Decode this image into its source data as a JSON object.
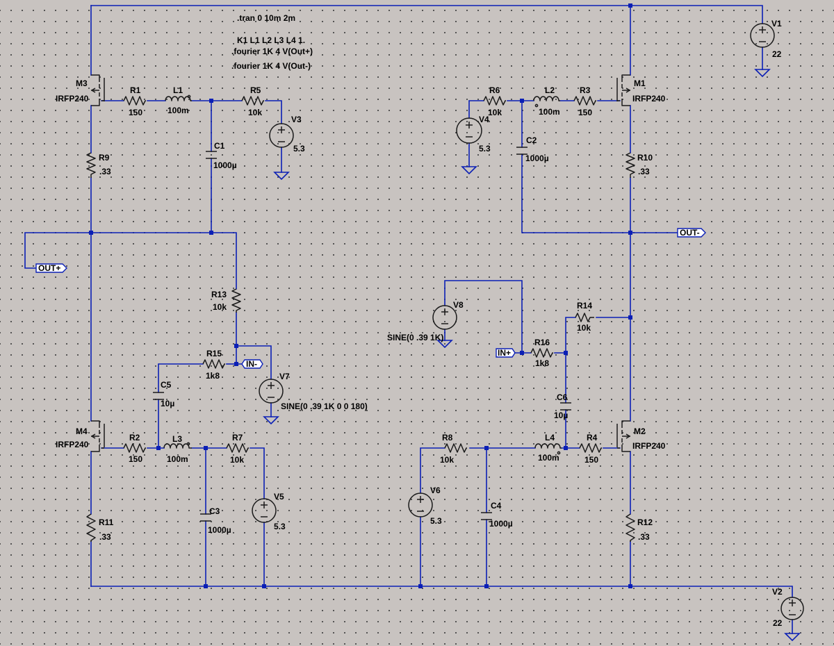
{
  "directives": {
    "tran": ".tran 0 10m 2m",
    "coupling": "K1 L1 L2 L3 L4 1.",
    "fourier_plus": ".fourier 1K 4 V(Out+)",
    "fourier_minus": ".fourier 1K 4 V(Out-)"
  },
  "net_labels": {
    "out_plus": "OUT+",
    "out_minus": "OUT-",
    "in_minus": "IN-",
    "in_plus": "IN+"
  },
  "components": {
    "M1": {
      "name": "M1",
      "value": "IRFP240"
    },
    "M2": {
      "name": "M2",
      "value": "IRFP240"
    },
    "M3": {
      "name": "M3",
      "value": "IRFP240"
    },
    "M4": {
      "name": "M4",
      "value": "IRFP240"
    },
    "R1": {
      "name": "R1",
      "value": "150"
    },
    "R2": {
      "name": "R2",
      "value": "150"
    },
    "R3": {
      "name": "R3",
      "value": "150"
    },
    "R4": {
      "name": "R4",
      "value": "150"
    },
    "R5": {
      "name": "R5",
      "value": "10k"
    },
    "R6": {
      "name": "R6",
      "value": "10k"
    },
    "R7": {
      "name": "R7",
      "value": "10k"
    },
    "R8": {
      "name": "R8",
      "value": "10k"
    },
    "R9": {
      "name": "R9",
      "value": ".33"
    },
    "R10": {
      "name": "R10",
      "value": ".33"
    },
    "R11": {
      "name": "R11",
      "value": ".33"
    },
    "R12": {
      "name": "R12",
      "value": ".33"
    },
    "R13": {
      "name": "R13",
      "value": "10k"
    },
    "R14": {
      "name": "R14",
      "value": "10k"
    },
    "R15": {
      "name": "R15",
      "value": "1k8"
    },
    "R16": {
      "name": "R16",
      "value": "1k8"
    },
    "L1": {
      "name": "L1",
      "value": "100m"
    },
    "L2": {
      "name": "L2",
      "value": "100m"
    },
    "L3": {
      "name": "L3",
      "value": "100m"
    },
    "L4": {
      "name": "L4",
      "value": "100m"
    },
    "C1": {
      "name": "C1",
      "value": "1000µ"
    },
    "C2": {
      "name": "C2",
      "value": "1000µ"
    },
    "C3": {
      "name": "C3",
      "value": "1000µ"
    },
    "C4": {
      "name": "C4",
      "value": "1000µ"
    },
    "C5": {
      "name": "C5",
      "value": "10µ"
    },
    "C6": {
      "name": "C6",
      "value": "10µ"
    },
    "V1": {
      "name": "V1",
      "value": "22"
    },
    "V2": {
      "name": "V2",
      "value": "22"
    },
    "V3": {
      "name": "V3",
      "value": "5.3"
    },
    "V4": {
      "name": "V4",
      "value": "5.3"
    },
    "V5": {
      "name": "V5",
      "value": "5.3"
    },
    "V6": {
      "name": "V6",
      "value": "5.3"
    },
    "V7": {
      "name": "V7",
      "value": "SINE(0 .39 1K 0 0 180)"
    },
    "V8": {
      "name": "V8",
      "value": "SINE(0 .39 1K)"
    }
  },
  "colors": {
    "background": "#c8c3c0",
    "wire": "#0b1fb5",
    "component": "#1a1a1a",
    "text": "#000000"
  }
}
